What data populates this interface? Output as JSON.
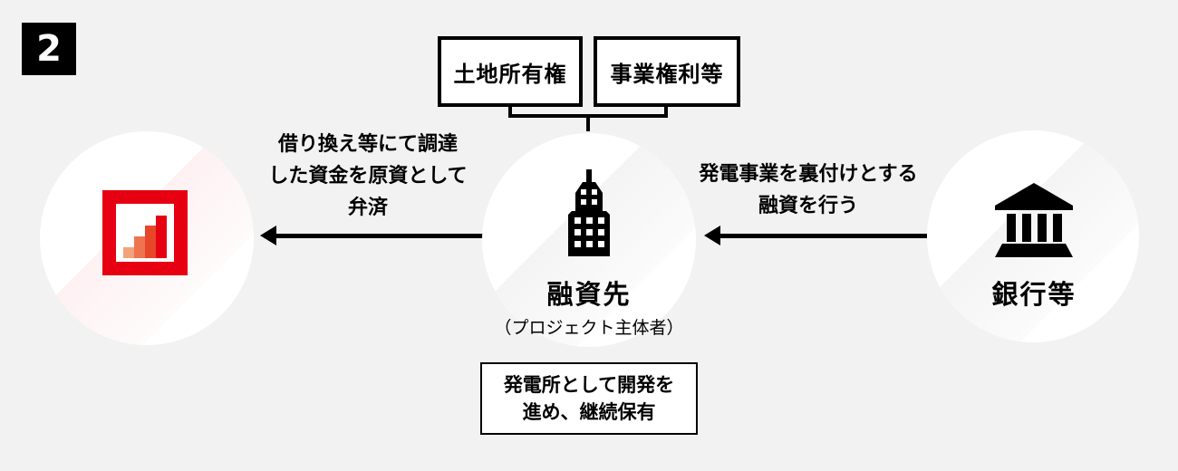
{
  "badge": {
    "number": "2"
  },
  "colors": {
    "background": "#f2f2f2",
    "line_black": "#000000",
    "brand_red": "#e60012",
    "logo_bar_colors": [
      "#f1a47b",
      "#ee7450",
      "#e8462b",
      "#e60013"
    ]
  },
  "top_boxes": [
    {
      "label": "土地所有権"
    },
    {
      "label": "事業権利等"
    }
  ],
  "nodes": {
    "left": {
      "icon": "bar-chart-logo-icon"
    },
    "center": {
      "title": "融資先",
      "subtitle": "（プロジェクト主体者）",
      "icon": "office-building-icon"
    },
    "right": {
      "title": "銀行等",
      "icon": "bank-icon"
    }
  },
  "arrows": {
    "left": {
      "direction": "left",
      "label_lines": [
        "借り換え等にて調達",
        "した資金を原資として",
        "弁済"
      ]
    },
    "right": {
      "direction": "left",
      "label_lines": [
        "発電事業を裏付けとする",
        "融資を行う"
      ]
    }
  },
  "bottom_box": {
    "lines": [
      "発電所として開発を",
      "進め、継続保有"
    ]
  }
}
